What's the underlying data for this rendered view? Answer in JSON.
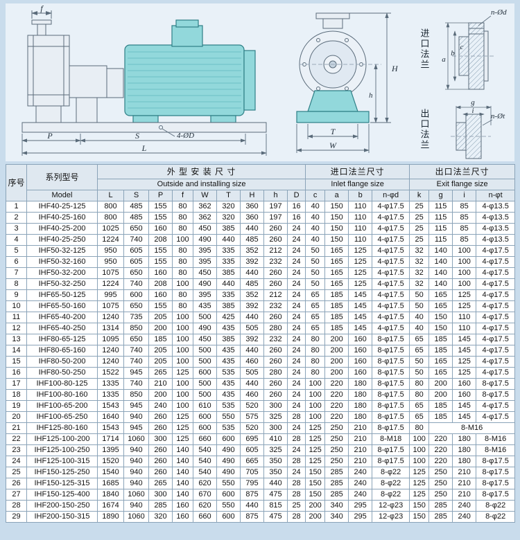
{
  "colors": {
    "page_bg": "#c9dcec",
    "drawing_bg": "#e9f1f8",
    "motor_fill": "#92d8db",
    "motor_stroke": "#2e7f86",
    "line_stroke": "#5a6b7a",
    "table_header_bg": "#dfe8f0",
    "table_border": "#8aa3b8"
  },
  "drawing": {
    "labels": {
      "f": "f",
      "p": "P",
      "s": "S",
      "l": "L",
      "four_od": "4-ØD",
      "t": "T",
      "w": "W",
      "h_total": "H",
      "h_center": "h",
      "a": "a",
      "b": "b",
      "c": "c",
      "n_od": "n-Ød",
      "g": "g",
      "i": "i",
      "n_ot": "n-Øt",
      "inlet_flange": "进口法兰",
      "outlet_flange": "出口法兰"
    }
  },
  "table": {
    "header": {
      "seq": "序号",
      "series": "系列型号",
      "model": "Model",
      "outside_cn": "外 型 安 装 尺 寸",
      "outside_en": "Outside and installing size",
      "inlet_cn": "进口法兰尺寸",
      "inlet_en": "Inlet flange size",
      "exit_cn": "出口法兰尺寸",
      "exit_en": "Exit flange size",
      "outside_cols": [
        "L",
        "S",
        "P",
        "f",
        "W",
        "T",
        "H",
        "h",
        "D"
      ],
      "inlet_cols": [
        "c",
        "a",
        "b",
        "n-φd"
      ],
      "exit_cols": [
        "k",
        "g",
        "i",
        "n-φt"
      ]
    },
    "rows": [
      {
        "no": "1",
        "model": "IHF40-25-125",
        "values": [
          "800",
          "485",
          "155",
          "80",
          "362",
          "320",
          "360",
          "197",
          "16",
          "40",
          "150",
          "110",
          "4-φ17.5",
          "25",
          "115",
          "85",
          "4-φ13.5"
        ]
      },
      {
        "no": "2",
        "model": "IHF40-25-160",
        "values": [
          "800",
          "485",
          "155",
          "80",
          "362",
          "320",
          "360",
          "197",
          "16",
          "40",
          "150",
          "110",
          "4-φ17.5",
          "25",
          "115",
          "85",
          "4-φ13.5"
        ]
      },
      {
        "no": "3",
        "model": "IHF40-25-200",
        "values": [
          "1025",
          "650",
          "160",
          "80",
          "450",
          "385",
          "440",
          "260",
          "24",
          "40",
          "150",
          "110",
          "4-φ17.5",
          "25",
          "115",
          "85",
          "4-φ13.5"
        ]
      },
      {
        "no": "4",
        "model": "IHF40-25-250",
        "values": [
          "1224",
          "740",
          "208",
          "100",
          "490",
          "440",
          "485",
          "260",
          "24",
          "40",
          "150",
          "110",
          "4-φ17.5",
          "25",
          "115",
          "85",
          "4-φ13.5"
        ]
      },
      {
        "no": "5",
        "model": "IHF50-32-125",
        "values": [
          "950",
          "605",
          "155",
          "80",
          "395",
          "335",
          "352",
          "212",
          "24",
          "50",
          "165",
          "125",
          "4-φ17.5",
          "32",
          "140",
          "100",
          "4-φ17.5"
        ]
      },
      {
        "no": "6",
        "model": "IHF50-32-160",
        "values": [
          "950",
          "605",
          "155",
          "80",
          "395",
          "335",
          "392",
          "232",
          "24",
          "50",
          "165",
          "125",
          "4-φ17.5",
          "32",
          "140",
          "100",
          "4-φ17.5"
        ]
      },
      {
        "no": "7",
        "model": "IHF50-32-200",
        "values": [
          "1075",
          "650",
          "160",
          "80",
          "450",
          "385",
          "440",
          "260",
          "24",
          "50",
          "165",
          "125",
          "4-φ17.5",
          "32",
          "140",
          "100",
          "4-φ17.5"
        ]
      },
      {
        "no": "8",
        "model": "IHF50-32-250",
        "values": [
          "1224",
          "740",
          "208",
          "100",
          "490",
          "440",
          "485",
          "260",
          "24",
          "50",
          "165",
          "125",
          "4-φ17.5",
          "32",
          "140",
          "100",
          "4-φ17.5"
        ]
      },
      {
        "no": "9",
        "model": "IHF65-50-125",
        "values": [
          "995",
          "600",
          "160",
          "80",
          "395",
          "335",
          "352",
          "212",
          "24",
          "65",
          "185",
          "145",
          "4-φ17.5",
          "50",
          "165",
          "125",
          "4-φ17.5"
        ]
      },
      {
        "no": "10",
        "model": "IHF65-50-160",
        "values": [
          "1075",
          "650",
          "155",
          "80",
          "435",
          "385",
          "392",
          "232",
          "24",
          "65",
          "185",
          "145",
          "4-φ17.5",
          "50",
          "165",
          "125",
          "4-φ17.5"
        ]
      },
      {
        "no": "11",
        "model": "IHF65-40-200",
        "values": [
          "1240",
          "735",
          "205",
          "100",
          "500",
          "425",
          "440",
          "260",
          "24",
          "65",
          "185",
          "145",
          "4-φ17.5",
          "40",
          "150",
          "110",
          "4-φ17.5"
        ]
      },
      {
        "no": "12",
        "model": "IHF65-40-250",
        "values": [
          "1314",
          "850",
          "200",
          "100",
          "490",
          "435",
          "505",
          "280",
          "24",
          "65",
          "185",
          "145",
          "4-φ17.5",
          "40",
          "150",
          "110",
          "4-φ17.5"
        ]
      },
      {
        "no": "13",
        "model": "IHF80-65-125",
        "values": [
          "1095",
          "650",
          "185",
          "100",
          "450",
          "385",
          "392",
          "232",
          "24",
          "80",
          "200",
          "160",
          "8-φ17.5",
          "65",
          "185",
          "145",
          "4-φ17.5"
        ]
      },
      {
        "no": "14",
        "model": "IHF80-65-160",
        "values": [
          "1240",
          "740",
          "205",
          "100",
          "500",
          "435",
          "440",
          "260",
          "24",
          "80",
          "200",
          "160",
          "8-φ17.5",
          "65",
          "185",
          "145",
          "4-φ17.5"
        ]
      },
      {
        "no": "15",
        "model": "IHF80-50-200",
        "values": [
          "1240",
          "740",
          "205",
          "100",
          "500",
          "435",
          "460",
          "260",
          "24",
          "80",
          "200",
          "160",
          "8-φ17.5",
          "50",
          "165",
          "125",
          "4-φ17.5"
        ]
      },
      {
        "no": "16",
        "model": "IHF80-50-250",
        "values": [
          "1522",
          "945",
          "265",
          "125",
          "600",
          "535",
          "505",
          "280",
          "24",
          "80",
          "200",
          "160",
          "8-φ17.5",
          "50",
          "165",
          "125",
          "4-φ17.5"
        ]
      },
      {
        "no": "17",
        "model": "IHF100-80-125",
        "values": [
          "1335",
          "740",
          "210",
          "100",
          "500",
          "435",
          "440",
          "260",
          "24",
          "100",
          "220",
          "180",
          "8-φ17.5",
          "80",
          "200",
          "160",
          "8-φ17.5"
        ]
      },
      {
        "no": "18",
        "model": "IHF100-80-160",
        "values": [
          "1335",
          "850",
          "200",
          "100",
          "500",
          "435",
          "460",
          "260",
          "24",
          "100",
          "220",
          "180",
          "8-φ17.5",
          "80",
          "200",
          "160",
          "8-φ17.5"
        ]
      },
      {
        "no": "19",
        "model": "IHF100-65-200",
        "values": [
          "1543",
          "945",
          "240",
          "100",
          "610",
          "535",
          "520",
          "300",
          "24",
          "100",
          "220",
          "180",
          "8-φ17.5",
          "65",
          "185",
          "145",
          "4-φ17.5"
        ]
      },
      {
        "no": "20",
        "model": "IHF100-65-250",
        "values": [
          "1640",
          "940",
          "260",
          "125",
          "600",
          "550",
          "575",
          "325",
          "28",
          "100",
          "220",
          "180",
          "8-φ17.5",
          "65",
          "185",
          "145",
          "4-φ17.5"
        ]
      },
      {
        "no": "21",
        "model": "IHF125-80-160",
        "values": [
          "1543",
          "945",
          "260",
          "125",
          "600",
          "535",
          "520",
          "300",
          "24",
          "125",
          "250",
          "210",
          "8-φ17.5",
          "80",
          {
            "text": "8-M16",
            "colspan": 3
          }
        ]
      },
      {
        "no": "22",
        "model": "IHF125-100-200",
        "values": [
          "1714",
          "1060",
          "300",
          "125",
          "660",
          "600",
          "695",
          "410",
          "28",
          "125",
          "250",
          "210",
          "8-M18",
          "100",
          "220",
          "180",
          "8-M16"
        ]
      },
      {
        "no": "23",
        "model": "IHF125-100-250",
        "values": [
          "1395",
          "940",
          "260",
          "140",
          "540",
          "490",
          "605",
          "325",
          "24",
          "125",
          "250",
          "210",
          "8-φ17.5",
          "100",
          "220",
          "180",
          "8-M16"
        ]
      },
      {
        "no": "24",
        "model": "IHF125-100-315",
        "values": [
          "1520",
          "940",
          "260",
          "140",
          "540",
          "490",
          "665",
          "350",
          "28",
          "125",
          "250",
          "210",
          "8-φ17.5",
          "100",
          "220",
          "180",
          "8-φ17.5"
        ]
      },
      {
        "no": "25",
        "model": "IHF150-125-250",
        "values": [
          "1540",
          "940",
          "260",
          "140",
          "540",
          "490",
          "705",
          "350",
          "24",
          "150",
          "285",
          "240",
          "8-φ22",
          "125",
          "250",
          "210",
          "8-φ17.5"
        ]
      },
      {
        "no": "26",
        "model": "IHF150-125-315",
        "values": [
          "1685",
          "940",
          "265",
          "140",
          "620",
          "550",
          "795",
          "440",
          "28",
          "150",
          "285",
          "240",
          "8-φ22",
          "125",
          "250",
          "210",
          "8-φ17.5"
        ]
      },
      {
        "no": "27",
        "model": "IHF150-125-400",
        "values": [
          "1840",
          "1060",
          "300",
          "140",
          "670",
          "600",
          "875",
          "475",
          "28",
          "150",
          "285",
          "240",
          "8-φ22",
          "125",
          "250",
          "210",
          "8-φ17.5"
        ]
      },
      {
        "no": "28",
        "model": "IHF200-150-250",
        "values": [
          "1674",
          "940",
          "285",
          "160",
          "620",
          "550",
          "440",
          "815",
          "25",
          "200",
          "340",
          "295",
          "12-φ23",
          "150",
          "285",
          "240",
          "8-φ22"
        ]
      },
      {
        "no": "29",
        "model": "IHF200-150-315",
        "values": [
          "1890",
          "1060",
          "320",
          "160",
          "660",
          "600",
          "875",
          "475",
          "28",
          "200",
          "340",
          "295",
          "12-φ23",
          "150",
          "285",
          "240",
          "8-φ22"
        ]
      }
    ]
  }
}
